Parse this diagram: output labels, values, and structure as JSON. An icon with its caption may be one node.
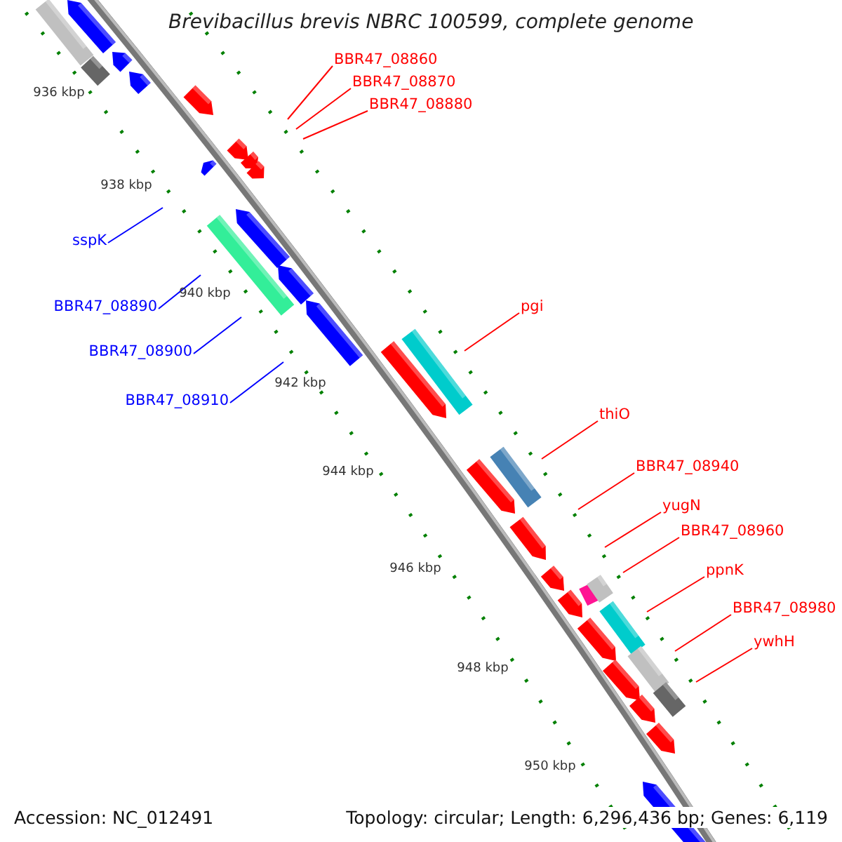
{
  "diagram": {
    "title": "Brevibacillus brevis NBRC 100599, complete genome",
    "nodes": [
      {
        "text": [
          "BBR47_08860"
        ]
      },
      {
        "text": [
          "BBR47_08870"
        ]
      },
      {
        "text": [
          "BBR47_08880"
        ]
      },
      {
        "text": [
          "sspK"
        ]
      },
      {
        "text": [
          "BBR47_08890"
        ]
      },
      {
        "text": [
          "BBR47_08900"
        ]
      },
      {
        "text": [
          "BBR47_08910"
        ]
      },
      {
        "text": [
          "pgi"
        ]
      },
      {
        "text": [
          "thiO"
        ]
      },
      {
        "text": [
          "BBR47_08940"
        ]
      },
      {
        "text": [
          "yugN"
        ]
      },
      {
        "text": [
          "BBR47_08960"
        ]
      },
      {
        "text": [
          "ppnK"
        ]
      },
      {
        "text": [
          "BBR47_08980"
        ]
      },
      {
        "text": [
          "ywhH"
        ]
      }
    ],
    "edges": [
      {
        "from": 0,
        "to": null,
        "arrow": "none"
      },
      {
        "from": 1,
        "to": null,
        "arrow": "none"
      },
      {
        "from": 2,
        "to": null,
        "arrow": "none"
      },
      {
        "from": 3,
        "to": null,
        "arrow": "none",
        "color": "#0000ff"
      },
      {
        "from": 4,
        "to": null,
        "arrow": "none",
        "color": "#0000ff"
      },
      {
        "from": 5,
        "to": null,
        "arrow": "none",
        "color": "#0000ff"
      },
      {
        "from": 6,
        "to": null,
        "arrow": "none",
        "color": "#0000ff"
      },
      {
        "from": 7,
        "to": null,
        "arrow": "none"
      },
      {
        "from": 8,
        "to": null,
        "arrow": "none"
      },
      {
        "from": 9,
        "to": null,
        "arrow": "none"
      },
      {
        "from": 10,
        "to": null,
        "arrow": "none"
      },
      {
        "from": 11,
        "to": null,
        "arrow": "none"
      },
      {
        "from": 12,
        "to": null,
        "arrow": "none"
      },
      {
        "from": 13,
        "to": null,
        "arrow": "none"
      },
      {
        "from": 14,
        "to": null,
        "arrow": "none"
      }
    ],
    "labels": [
      "936 kbp",
      "938 kbp",
      "940 kbp",
      "942 kbp",
      "944 kbp",
      "946 kbp",
      "948 kbp",
      "950 kbp",
      "Accession: NC_012491",
      "Topology: circular; Length: 6,296,436 bp; Genes: 6,119"
    ]
  }
}
